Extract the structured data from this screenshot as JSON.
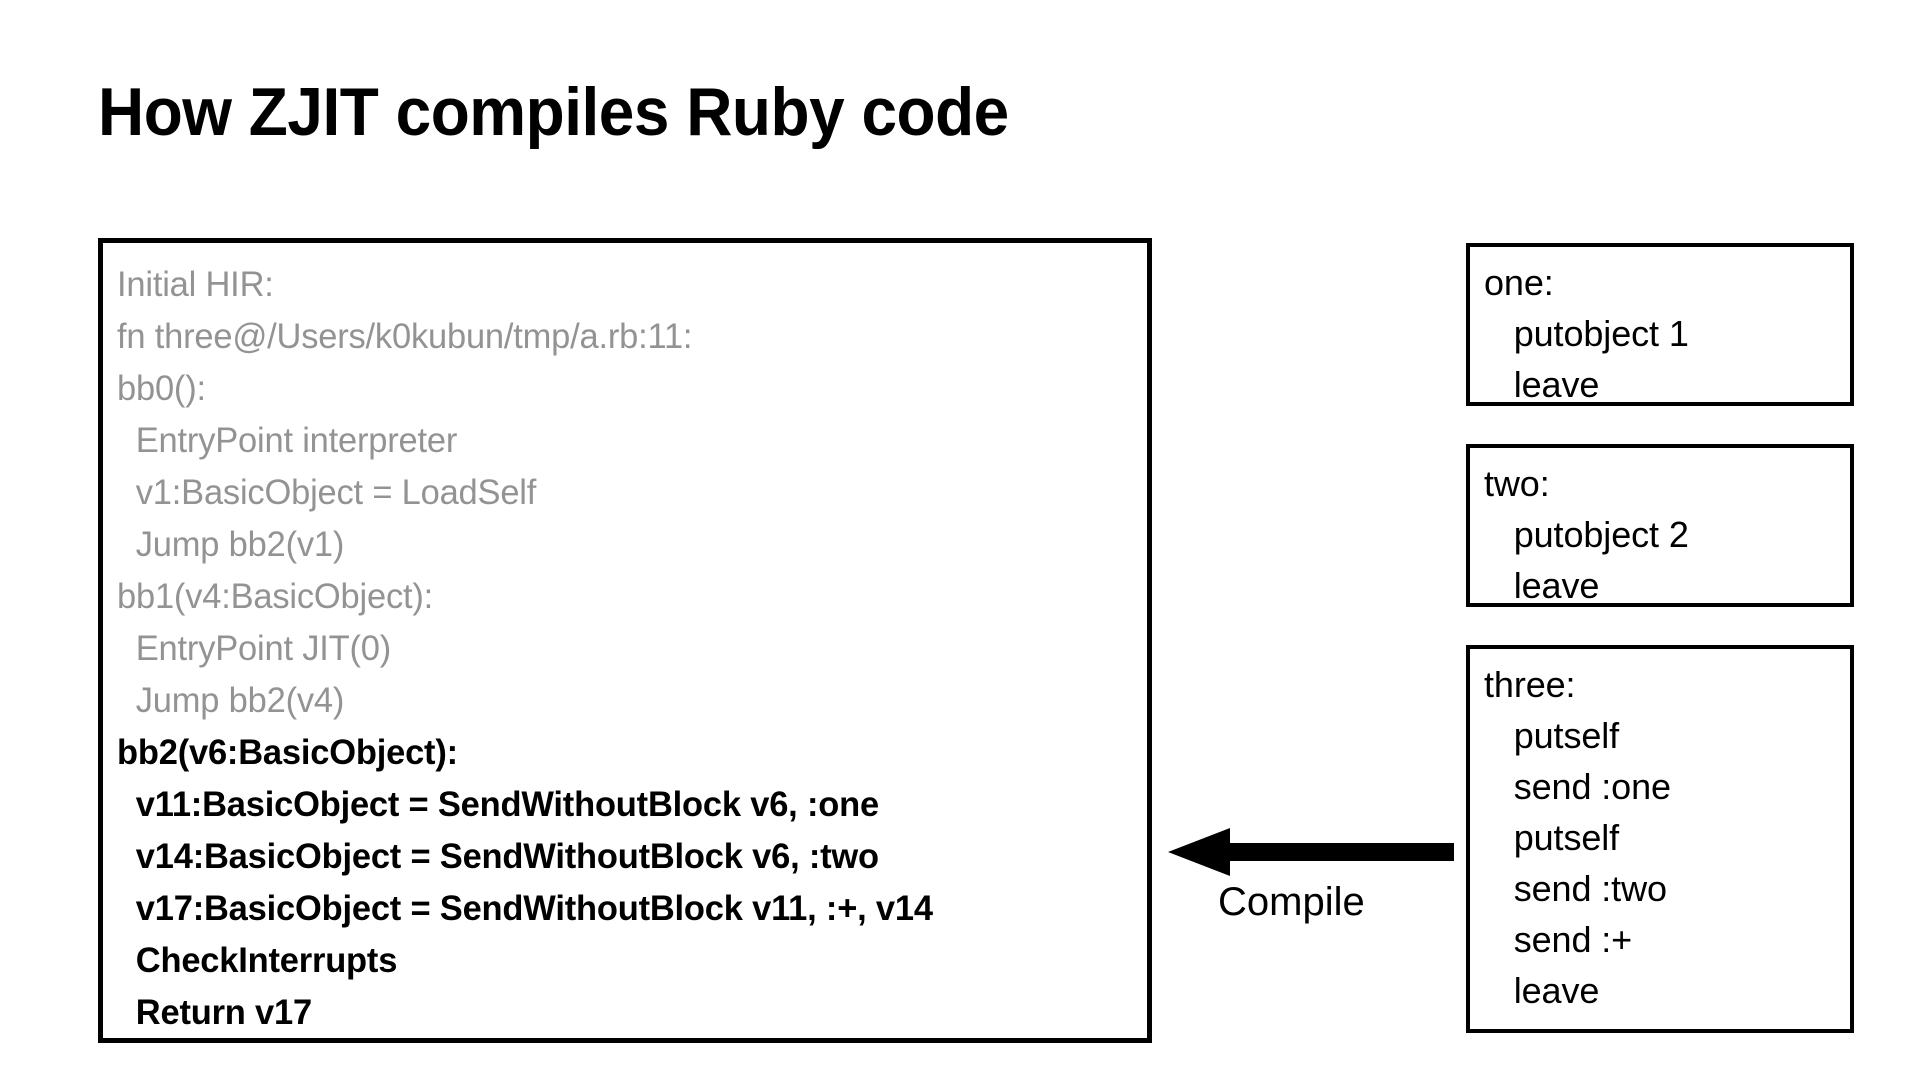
{
  "slide": {
    "title": "How ZJIT compiles Ruby code",
    "background_color": "#ffffff"
  },
  "hir_panel": {
    "name": "Initial HIR listing",
    "dim_color": "#939393",
    "active_color": "#000000",
    "lines": [
      {
        "text": "Initial HIR:",
        "state": "dim"
      },
      {
        "text": "fn three@/Users/k0kubun/tmp/a.rb:11:",
        "state": "dim"
      },
      {
        "text": "bb0():",
        "state": "dim"
      },
      {
        "text": "  EntryPoint interpreter",
        "state": "dim"
      },
      {
        "text": "  v1:BasicObject = LoadSelf",
        "state": "dim"
      },
      {
        "text": "  Jump bb2(v1)",
        "state": "dim"
      },
      {
        "text": "bb1(v4:BasicObject):",
        "state": "dim"
      },
      {
        "text": "  EntryPoint JIT(0)",
        "state": "dim"
      },
      {
        "text": "  Jump bb2(v4)",
        "state": "dim"
      },
      {
        "text": "bb2(v6:BasicObject):",
        "state": "bold"
      },
      {
        "text": "  v11:BasicObject = SendWithoutBlock v6, :one",
        "state": "bold"
      },
      {
        "text": "  v14:BasicObject = SendWithoutBlock v6, :two",
        "state": "bold"
      },
      {
        "text": "  v17:BasicObject = SendWithoutBlock v11, :+, v14",
        "state": "bold"
      },
      {
        "text": "  CheckInterrupts",
        "state": "bold"
      },
      {
        "text": "  Return v17",
        "state": "bold"
      }
    ]
  },
  "compile": {
    "label": "Compile",
    "direction": "left",
    "color": "#000000"
  },
  "bytecode_boxes": [
    {
      "name": "one",
      "lines": [
        "one:",
        "   putobject 1",
        "   leave"
      ]
    },
    {
      "name": "two",
      "lines": [
        "two:",
        "   putobject 2",
        "   leave"
      ]
    },
    {
      "name": "three",
      "lines": [
        "three:",
        "   putself",
        "   send :one",
        "   putself",
        "   send :two",
        "   send :+",
        "   leave"
      ]
    }
  ]
}
